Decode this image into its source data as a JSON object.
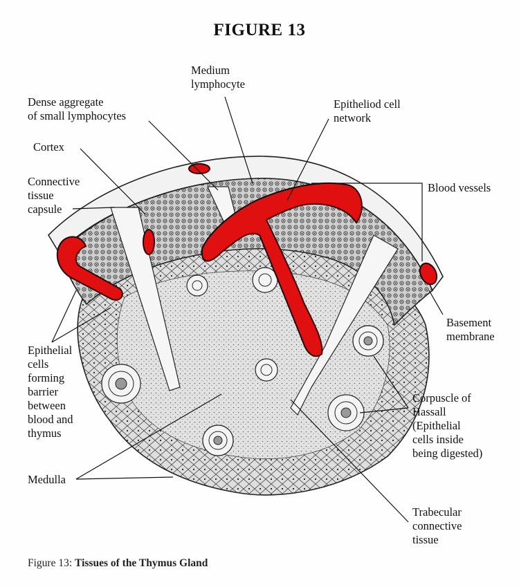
{
  "figure": {
    "title": "FIGURE 13",
    "caption_prefix": "Figure 13:",
    "caption_title": "Tissues of the Thymus Gland"
  },
  "labels": {
    "medium_lymphocyte": "Medium\nlymphocyte",
    "dense_aggregate": "Dense aggregate\nof small lymphocytes",
    "epitheliod_network": "Epitheliod cell\nnetwork",
    "cortex": "Cortex",
    "connective_capsule": "Connective\ntissue\ncapsule",
    "blood_vessels": "Blood vessels",
    "basement_membrane": "Basement\nmembrane",
    "epithelial_barrier": "Epithelial\ncells\nforming\nbarrier\nbetween\nblood and\nthymus",
    "corpuscle": "Corpuscle of\nHassall\n(Epithelial\ncells inside\nbeing digested)",
    "medulla": "Medulla",
    "trabecular": "Trabecular\nconnective\ntissue"
  },
  "colors": {
    "blood_vessel": "#e01010",
    "tissue_fill": "#dcdcdc",
    "cortex_fill": "#c8c8c8",
    "capsule_fill": "#f4f4f4",
    "ink": "#111111"
  }
}
